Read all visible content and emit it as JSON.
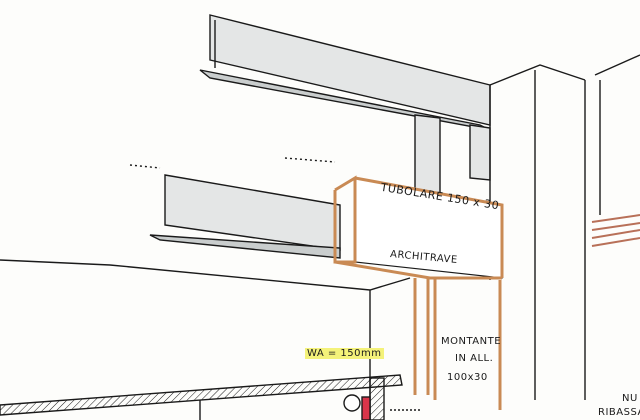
{
  "colors": {
    "steel": "#d9dcdc",
    "aluminium": "#c98a54",
    "ink": "#1a1a1a",
    "highlight": "#f4f27a",
    "red": "#d9354a"
  },
  "labels": {
    "tubolare": "TUBOLARE 150 x 30",
    "architrave": "ARCHITRAVE",
    "montante_1": "MONTANTE",
    "montante_2": "IN ALL.",
    "montante_3": "100x30",
    "wa": "WA = 150mm",
    "right_1": "NU",
    "right_2": "RIBASSAT"
  }
}
